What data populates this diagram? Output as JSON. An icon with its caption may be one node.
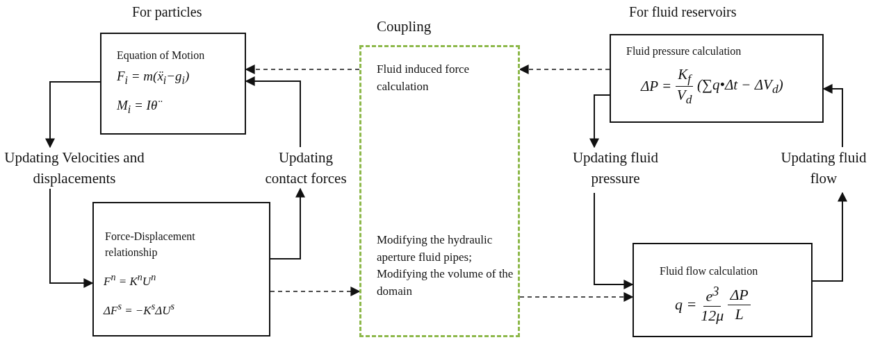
{
  "diagram": {
    "nodes": [
      {
        "text": [
          "Equation of Motion",
          "F$_{i}$ = m(ẍ$_{i}$−g$_{i}$)",
          "M$_{i}$ = Iθ̈"
        ]
      },
      {
        "text": [
          "Updating Velocities and displacements"
        ]
      },
      {
        "text": [
          "Force-Displacement relationship",
          "F$^{n}$ = K$^{n}$U$^{n}$",
          "ΔF$^{s}$ = −K$^{s}$ΔU$^{s}$"
        ]
      },
      {
        "text": [
          "Updating contact forces"
        ]
      },
      {
        "text": [
          "Coupling",
          "Fluid induced force calculation",
          "Modifying the hydraulic aperture fluid pipes; Modifying the volume of the domain"
        ]
      },
      {
        "text": [
          "Fluid pressure calculation",
          "ΔP =",
          "K$_{f}$",
          "V$_{d}$",
          "(∑q•Δt − ΔV$_{d}$)"
        ]
      },
      {
        "text": [
          "Updating fluid pressure"
        ]
      },
      {
        "text": [
          "Fluid flow calculation",
          "q =",
          "e$^{3}$",
          "12μ",
          "ΔP",
          "L"
        ]
      },
      {
        "text": [
          "Updating fluid flow"
        ]
      }
    ],
    "edges": [
      {
        "from": 0,
        "to": 1,
        "arrow": "to"
      },
      {
        "from": 1,
        "to": 2,
        "arrow": "to"
      },
      {
        "from": 2,
        "to": 3,
        "arrow": "to"
      },
      {
        "from": 3,
        "to": 0,
        "arrow": "to"
      },
      {
        "from": 4,
        "to": 0,
        "arrow": "to",
        "style": "dashed"
      },
      {
        "from": 2,
        "to": 4,
        "arrow": "to",
        "style": "dashed"
      },
      {
        "from": 5,
        "to": 4,
        "arrow": "to",
        "style": "dashed"
      },
      {
        "from": 4,
        "to": 7,
        "arrow": "to",
        "style": "dashed"
      },
      {
        "from": 5,
        "to": 6,
        "arrow": "to"
      },
      {
        "from": 6,
        "to": 7,
        "arrow": "to"
      },
      {
        "from": 7,
        "to": 8,
        "arrow": "to"
      },
      {
        "from": 8,
        "to": 5,
        "arrow": "to"
      }
    ],
    "labels": [
      "For particles",
      "For fluid reservoirs"
    ]
  }
}
